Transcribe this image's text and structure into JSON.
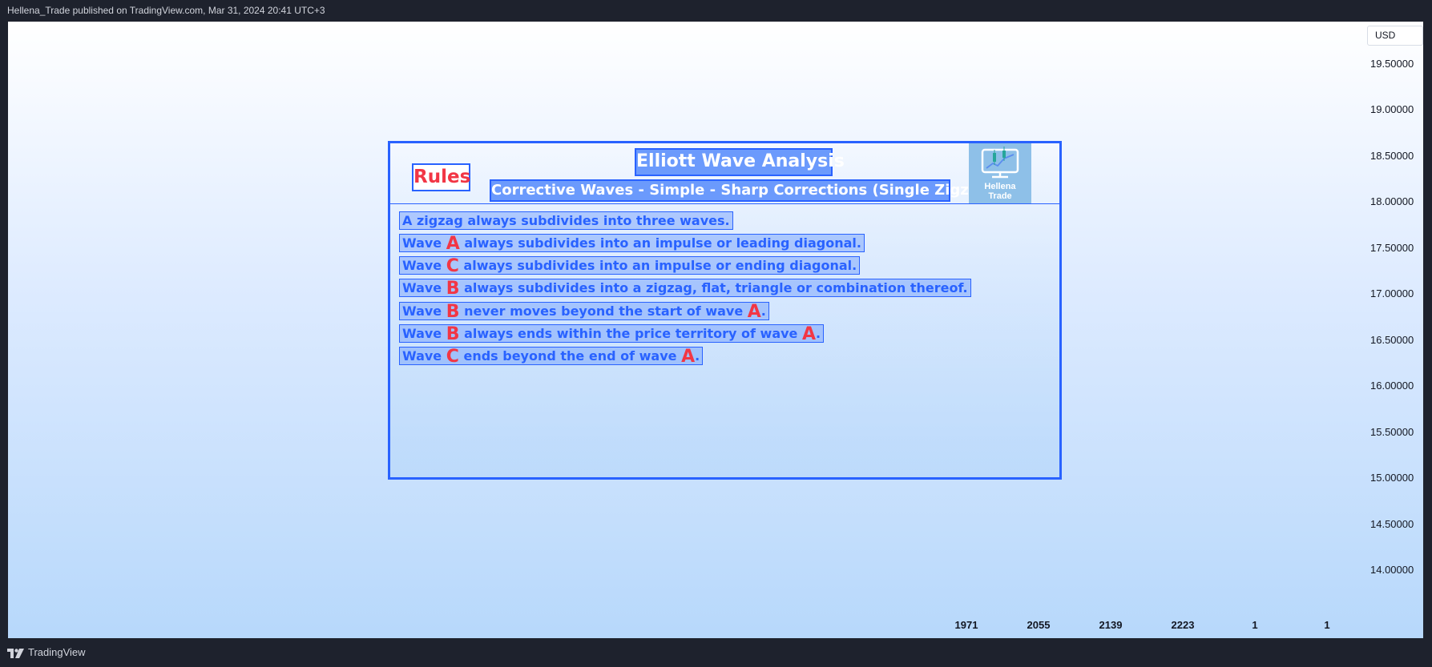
{
  "header": {
    "published_text": "Hellena_Trade published on TradingView.com, Mar 31, 2024 20:41 UTC+3"
  },
  "price_axis": {
    "currency": "USD",
    "labels": [
      "19.50000",
      "19.00000",
      "18.50000",
      "18.00000",
      "17.50000",
      "17.00000",
      "16.50000",
      "16.00000",
      "15.50000",
      "15.00000",
      "14.50000",
      "14.00000"
    ]
  },
  "time_axis": {
    "labels": [
      "1971",
      "2055",
      "2139",
      "2223",
      "1",
      "1"
    ]
  },
  "panel": {
    "rules_label": "Rules",
    "title": "Elliott Wave Analysis",
    "subtitle": "Corrective Waves - Simple - Sharp Corrections (Single Zigzag )",
    "logo_line1": "Hellena",
    "logo_line2": "Trade",
    "rules": [
      {
        "prefix": "A zigzag always subdivides into three waves.",
        "letter": "",
        "suffix": "",
        "end_letter": "",
        "tail": ""
      },
      {
        "prefix": "Wave ",
        "letter": "A",
        "suffix": " always subdivides into an impulse or leading diagonal.",
        "end_letter": "",
        "tail": ""
      },
      {
        "prefix": "Wave ",
        "letter": "C",
        "suffix": " always subdivides into an impulse or ending diagonal.",
        "end_letter": "",
        "tail": ""
      },
      {
        "prefix": "Wave ",
        "letter": "B",
        "suffix": " always subdivides into a zigzag, flat, triangle or combination thereof.",
        "end_letter": "",
        "tail": ""
      },
      {
        "prefix": "Wave ",
        "letter": "B",
        "suffix": " never moves beyond the start of wave ",
        "end_letter": "A",
        "tail": "."
      },
      {
        "prefix": "Wave ",
        "letter": "B",
        "suffix": " always ends within the price territory of wave ",
        "end_letter": "A",
        "tail": "."
      },
      {
        "prefix": "Wave ",
        "letter": "C",
        "suffix": " ends beyond the end of wave ",
        "end_letter": "A",
        "tail": "."
      }
    ]
  },
  "footer": {
    "brand": "TradingView"
  },
  "colors": {
    "accent": "#2962ff",
    "wave_letter": "#f23645",
    "title_bg": "#6b9afc",
    "frame_bg": "#1e222d"
  }
}
